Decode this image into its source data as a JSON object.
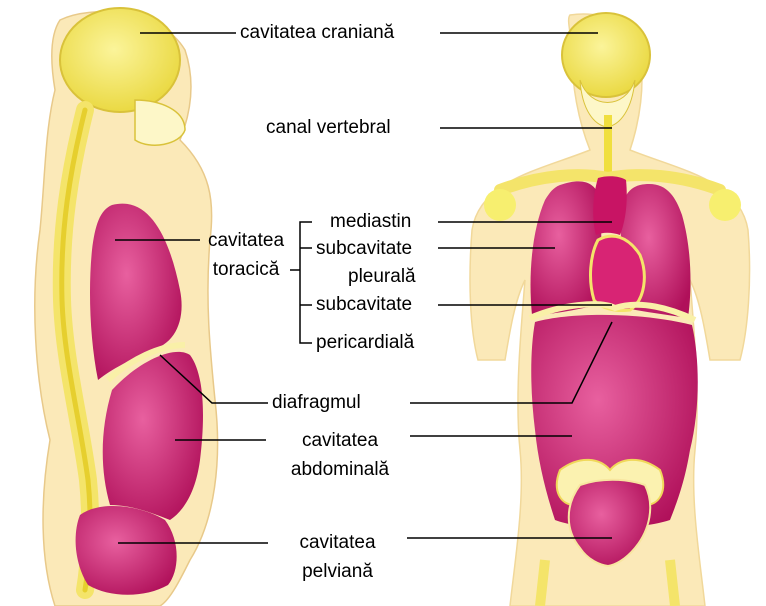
{
  "labels": {
    "cranial": "cavitatea craniană",
    "vertebral": "canal vertebral",
    "thoracic_1": "cavitatea",
    "thoracic_2": "toracică",
    "mediastin": "mediastin",
    "pleural_1": "subcavitate",
    "pleural_2": "pleurală",
    "pericard_1": "subcavitate",
    "pericard_2": "pericardială",
    "diafragm": "diafragmul",
    "abdominal_1": "cavitatea",
    "abdominal_2": "abdominală",
    "pelvic_1": "cavitatea",
    "pelvic_2": "pelviană"
  },
  "colors": {
    "skin": "#fbe9b8",
    "bone": "#f7ef6f",
    "cavity": "#d2196e",
    "cavity_light": "#e85aa2",
    "line": "#000000"
  }
}
